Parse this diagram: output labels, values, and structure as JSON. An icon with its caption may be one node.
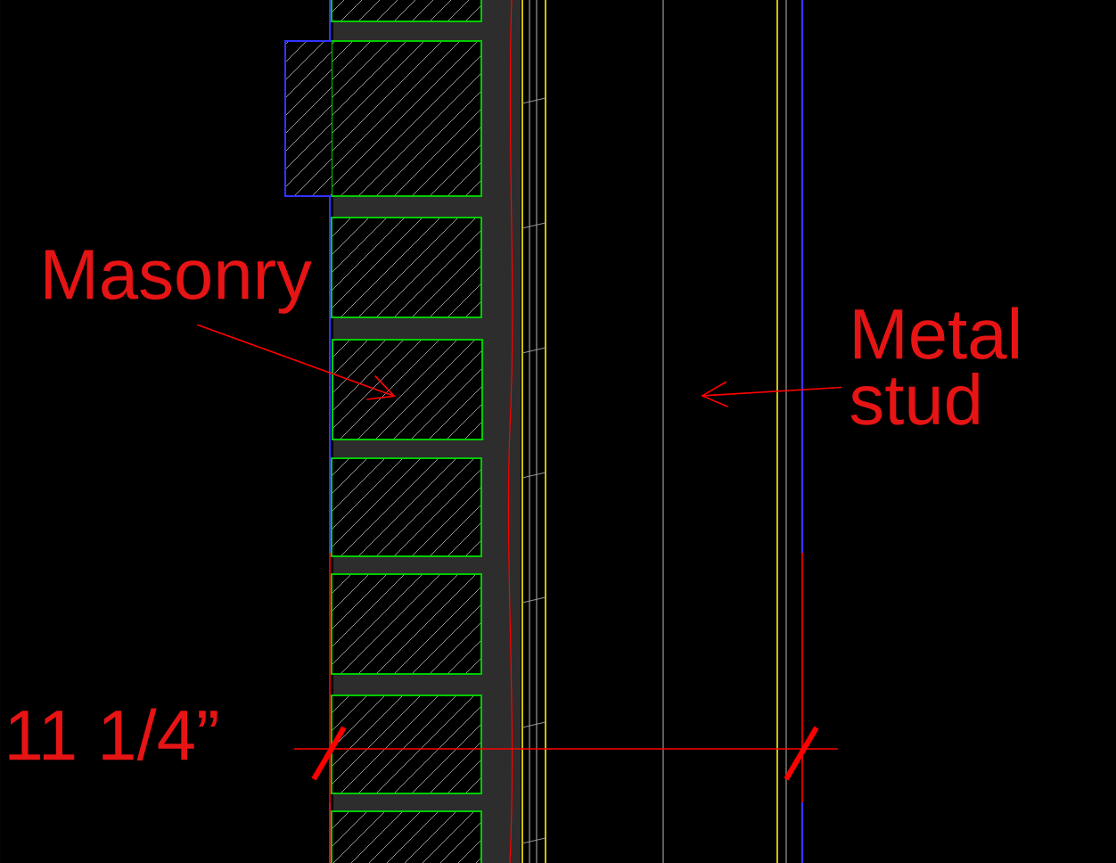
{
  "diagram": {
    "nodes": [
      {
        "text": [
          "Masonry"
        ]
      },
      {
        "text": [],
        "shape": "box"
      },
      {
        "text": [
          "Metal stud"
        ]
      }
    ],
    "edges": [
      {
        "from": 0,
        "to": 1,
        "arrow": "to"
      },
      {
        "from": 2,
        "to": null,
        "arrow": "to"
      }
    ],
    "labels": [
      "11 1/4”"
    ]
  }
}
